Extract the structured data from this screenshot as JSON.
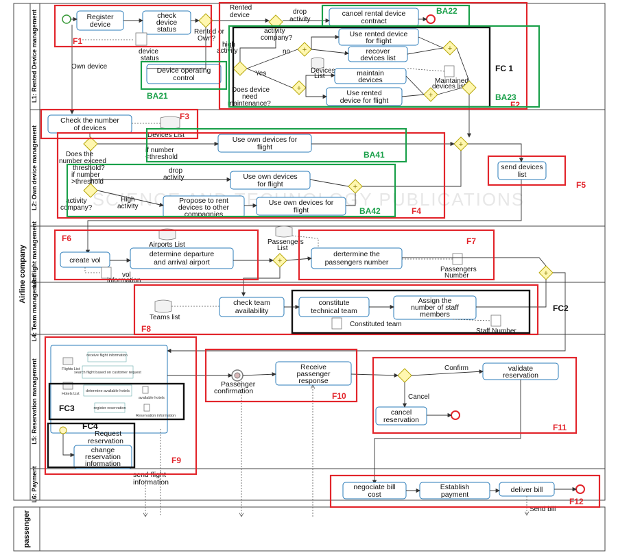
{
  "pools": {
    "airline": "Airline company",
    "passenger": "passenger"
  },
  "lanes": {
    "l1": "L1: Rented Device management",
    "l2": "L2: Own device management",
    "l3": "L3: flight management",
    "l4": "L4: Team management",
    "l5": "L5: Reservation management",
    "l6": "L6: Payment"
  },
  "tasks": {
    "register_device": [
      "Register",
      "device"
    ],
    "check_device_status": [
      "check",
      "device",
      "status"
    ],
    "cancel_rental": [
      "cancel rental device",
      "contract"
    ],
    "use_rented_1": [
      "Use rented device",
      "for flight"
    ],
    "recover_devices": [
      "recover",
      "devices list"
    ],
    "maintain_devices": [
      "maintain",
      "devices"
    ],
    "use_rented_2": [
      "Use rented",
      "device for flight"
    ],
    "device_operating": [
      "Device operating",
      "control"
    ],
    "check_number": [
      "Check the number",
      "of devices"
    ],
    "use_own_1": [
      "Use own devices for",
      "flight"
    ],
    "use_own_2": [
      "Use own devices",
      "for flight"
    ],
    "propose_rent": [
      "Propose to rent",
      "devices to other",
      "compagnies"
    ],
    "use_own_3": [
      "Use own devices for",
      "flight"
    ],
    "send_devices": [
      "send devices",
      "list"
    ],
    "create_vol": [
      "create vol"
    ],
    "determine_airport": [
      "determine departure",
      "and arrival airport"
    ],
    "determine_passengers": [
      "dertermine the",
      "passengers number"
    ],
    "check_team": [
      "check team",
      "availability"
    ],
    "constitute_team": [
      "constitute",
      "technical  team"
    ],
    "assign_staff": [
      "Assign the",
      "number of staff",
      "members"
    ],
    "receive_response": [
      "Receive",
      "passenger",
      "response"
    ],
    "validate_reservation": [
      "validate",
      "reservation"
    ],
    "cancel_reservation": [
      "cancel",
      "reservation"
    ],
    "change_reservation": [
      "change",
      "reservation",
      "information"
    ],
    "negociate_bill": [
      "negociate bill",
      "cost"
    ],
    "establish_payment": [
      "Establish",
      "payment"
    ],
    "deliver_bill": [
      "deliver bill"
    ]
  },
  "labels": {
    "rented_device": [
      "Rented",
      "device"
    ],
    "drop_activity_1": [
      "drop",
      "activity"
    ],
    "rented_or_own": [
      "Rented or",
      "Own?"
    ],
    "device_status": [
      "device",
      "status"
    ],
    "own_device": "Own device",
    "high_activity_1": [
      "high",
      "activity"
    ],
    "activity_company_1": [
      "activity",
      "company?"
    ],
    "no": "no",
    "yes": "Yes",
    "devices_list_1": [
      "Devices",
      "List"
    ],
    "maintained_list": [
      "Maintained",
      "devices list"
    ],
    "need_maintenance": [
      "Does device",
      "need",
      "maintenance?"
    ],
    "devices_list_2": "Devices List",
    "number_exceed": [
      "Does the",
      "number exceed",
      "threshold?"
    ],
    "if_number_lt": [
      "if number",
      "<threshold"
    ],
    "if_number_gt": [
      "if number",
      ">threshold"
    ],
    "drop_activity_2": [
      "drop",
      "activity"
    ],
    "activity_company_2": [
      "activity",
      "company?"
    ],
    "high_activity_2": [
      "High",
      "activity"
    ],
    "airports_list": "Airports List",
    "passengers_list": [
      "Passengers",
      "List"
    ],
    "vol_information": [
      "vol",
      "information"
    ],
    "passengers_number": [
      "Passengers",
      "Number"
    ],
    "teams_list": "Teams list",
    "constituted_team": "Constituted team",
    "staff_number": "Staff Number",
    "passenger_confirmation": [
      "Passenger",
      "confirmation"
    ],
    "confirm": "Confirm",
    "cancel": "Cancel",
    "request_reservation": [
      "Request",
      "reservation"
    ],
    "send_flight_info": [
      "send flight",
      "information"
    ],
    "send_bill": "Send bill"
  },
  "mini_flow": {
    "receive": "receive flight information",
    "search": "search flight based on customer request",
    "flights_list": "Flights List",
    "hotels_list": "Hotels List",
    "determine_hotels": "determine available hotels",
    "available_hotels": "available hotels",
    "register": "register reservation",
    "reservation_info": "Reservation information"
  },
  "groups": {
    "F1": "F1",
    "F2": "F2",
    "F3": "F3",
    "F4": "F4",
    "F5": "F5",
    "F6": "F6",
    "F7": "F7",
    "F8": "F8",
    "F9": "F9",
    "F10": "F10",
    "F11": "F11",
    "F12": "F12",
    "BA21": "BA21",
    "BA22": "BA22",
    "BA23": "BA23",
    "BA41": "BA41",
    "BA42": "BA42",
    "FC1": "FC 1",
    "FC2": "FC2",
    "FC3": "FC3",
    "FC4": "FC4"
  },
  "watermark": [
    "SCIENCE AND TECHNOLOGY PUBLICATIONS"
  ],
  "colors": {
    "red_box": "#e2252b",
    "green_box": "#1aa04a",
    "black_box": "#111111",
    "task_border": "#2a7bb8",
    "gateway_fill": "#fff7b0"
  }
}
